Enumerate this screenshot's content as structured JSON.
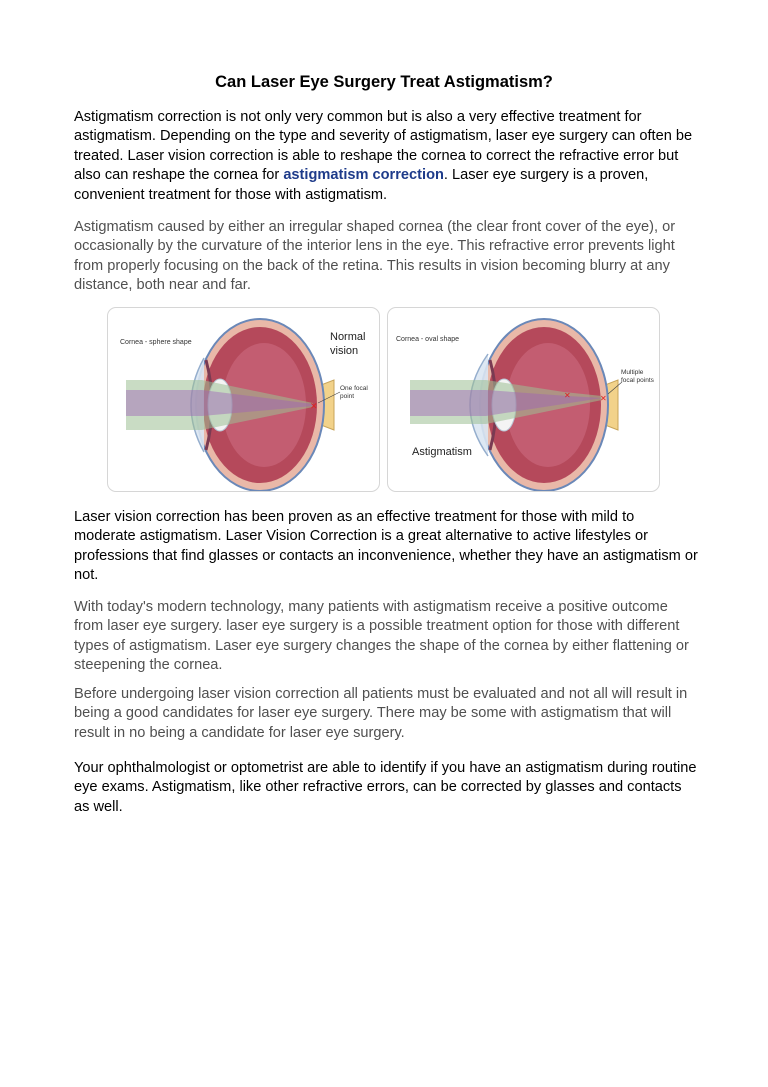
{
  "title": "Can Laser Eye Surgery Treat Astigmatism?",
  "para1": {
    "before": "Astigmatism correction is not only very common but is also a very effective treatment for astigmatism. Depending on the type and severity of astigmatism, laser eye surgery can often be treated. Laser vision correction is able to reshape the cornea to correct the refractive error but also can reshape the cornea for ",
    "link": "astigmatism correction",
    "after": ". Laser eye surgery is a proven, convenient treatment for those with astigmatism."
  },
  "para2": "Astigmatism caused by either an irregular shaped cornea (the clear front cover of the eye), or occasionally by the curvature of the interior lens in the eye. This refractive error prevents light from properly focusing on the back of the retina. This results in vision becoming blurry at any distance, both near and far.",
  "figure": {
    "left": {
      "shape_label": "Cornea - sphere shape",
      "title_line1": "Normal",
      "title_line2": "vision",
      "point_line1": "One focal",
      "point_line2": "point"
    },
    "right": {
      "shape_label": "Cornea - oval shape",
      "title": "Astigmatism",
      "point_line1": "Multiple",
      "point_line2": "focal points"
    },
    "colors": {
      "eye_fill": "#b5495b",
      "eye_inner": "#c9667a",
      "sclera": "#e9b8a8",
      "outline": "#6a88b8",
      "beam_green": "#9cbf93",
      "beam_purple": "#a062b8",
      "focal_red": "#e02020",
      "nerve": "#f2d28a"
    }
  },
  "para3": "Laser vision correction has been proven as an effective treatment for those with mild to moderate astigmatism. Laser Vision Correction is a great alternative to active lifestyles or professions that find glasses or contacts an inconvenience, whether they have an astigmatism or not.",
  "para4": "With today's modern technology, many patients with astigmatism receive a positive outcome from laser eye surgery. laser eye surgery is a possible treatment option for those with different types of astigmatism. Laser eye surgery changes the shape of the cornea by either flattening or steepening the cornea.",
  "para5": "Before undergoing laser vision correction all patients must be evaluated and not all will result in being a good candidates for laser eye surgery. There may be some with astigmatism that will result in no being a candidate for laser eye surgery.",
  "para6": "Your ophthalmologist or optometrist are able to identify if you have an astigmatism during routine eye exams. Astigmatism, like other refractive errors, can be corrected by glasses and contacts as well."
}
